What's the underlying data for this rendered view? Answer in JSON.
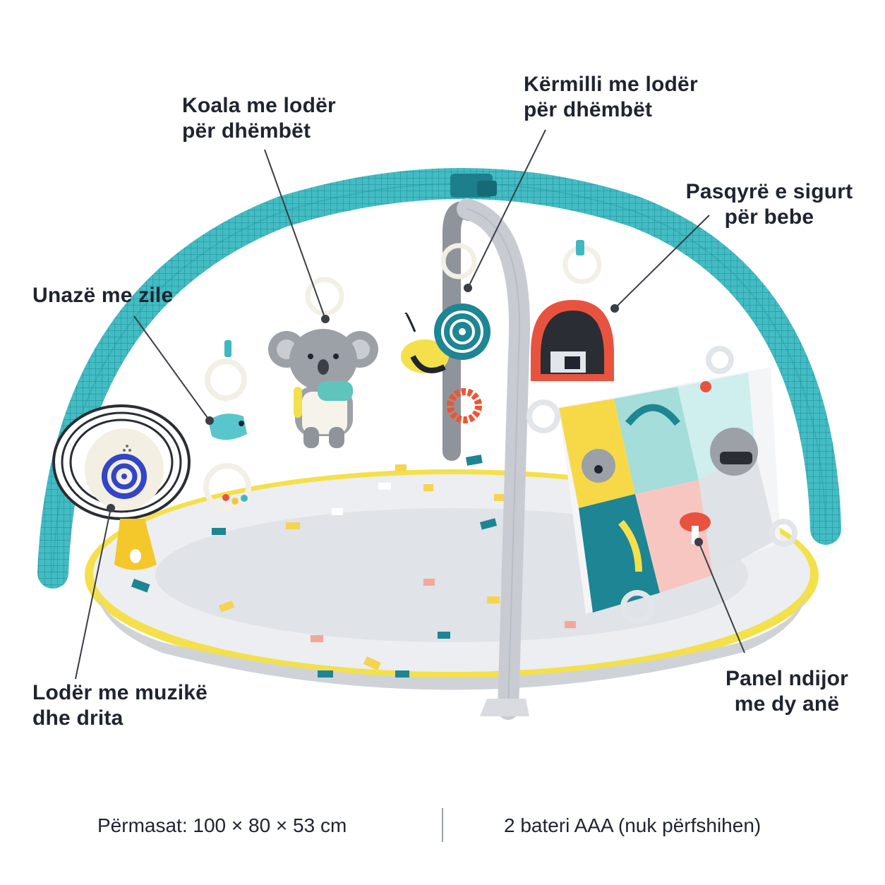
{
  "labels": {
    "koala": "Koala me lodër\npër dhëmbët",
    "snail": "Kërmilli me lodër\npër dhëmbët",
    "mirror": "Pasqyrë e sigurt\npër bebe",
    "bell_ring": "Unazë me zile",
    "music_toy": "Lodër me muzikë\ndhe drita",
    "panel": "Panel ndijor\nme dy anë"
  },
  "specs": {
    "dimensions": "Përmasat: 100 × 80 × 53 cm",
    "batteries": "2 bateri AAA (nuk përfshihen)"
  },
  "colors": {
    "arch": "#3fb8c0",
    "mat_border": "#f2dc3a",
    "mat": "#e9ebee",
    "accent_teal": "#1d8593",
    "mirror_frame": "#e8533f",
    "music_blue": "#3244c8"
  },
  "icons": [
    "koala-toy-icon",
    "snail-toy-icon",
    "mirror-icon",
    "bell-ring-icon",
    "music-light-toy-icon",
    "sensory-panel-icon"
  ]
}
